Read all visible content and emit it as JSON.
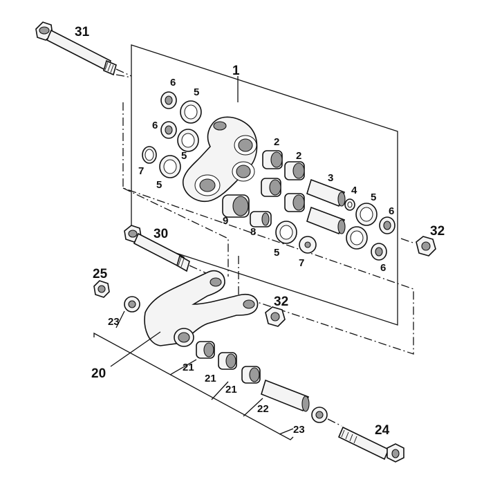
{
  "parts": {
    "p1": "1",
    "p2a": "2",
    "p2b": "2",
    "p3": "3",
    "p4": "4",
    "p5a": "5",
    "p5b": "5",
    "p5c": "5",
    "p5d": "5",
    "p5e": "5",
    "p6a": "6",
    "p6b": "6",
    "p6c": "6",
    "p6d": "6",
    "p7a": "7",
    "p7b": "7",
    "p8": "8",
    "p9": "9",
    "p20": "20",
    "p21a": "21",
    "p21b": "21",
    "p21c": "21",
    "p22": "22",
    "p23a": "23",
    "p23b": "23",
    "p24": "24",
    "p25": "25",
    "p30": "30",
    "p31": "31",
    "p32a": "32",
    "p32b": "32"
  }
}
